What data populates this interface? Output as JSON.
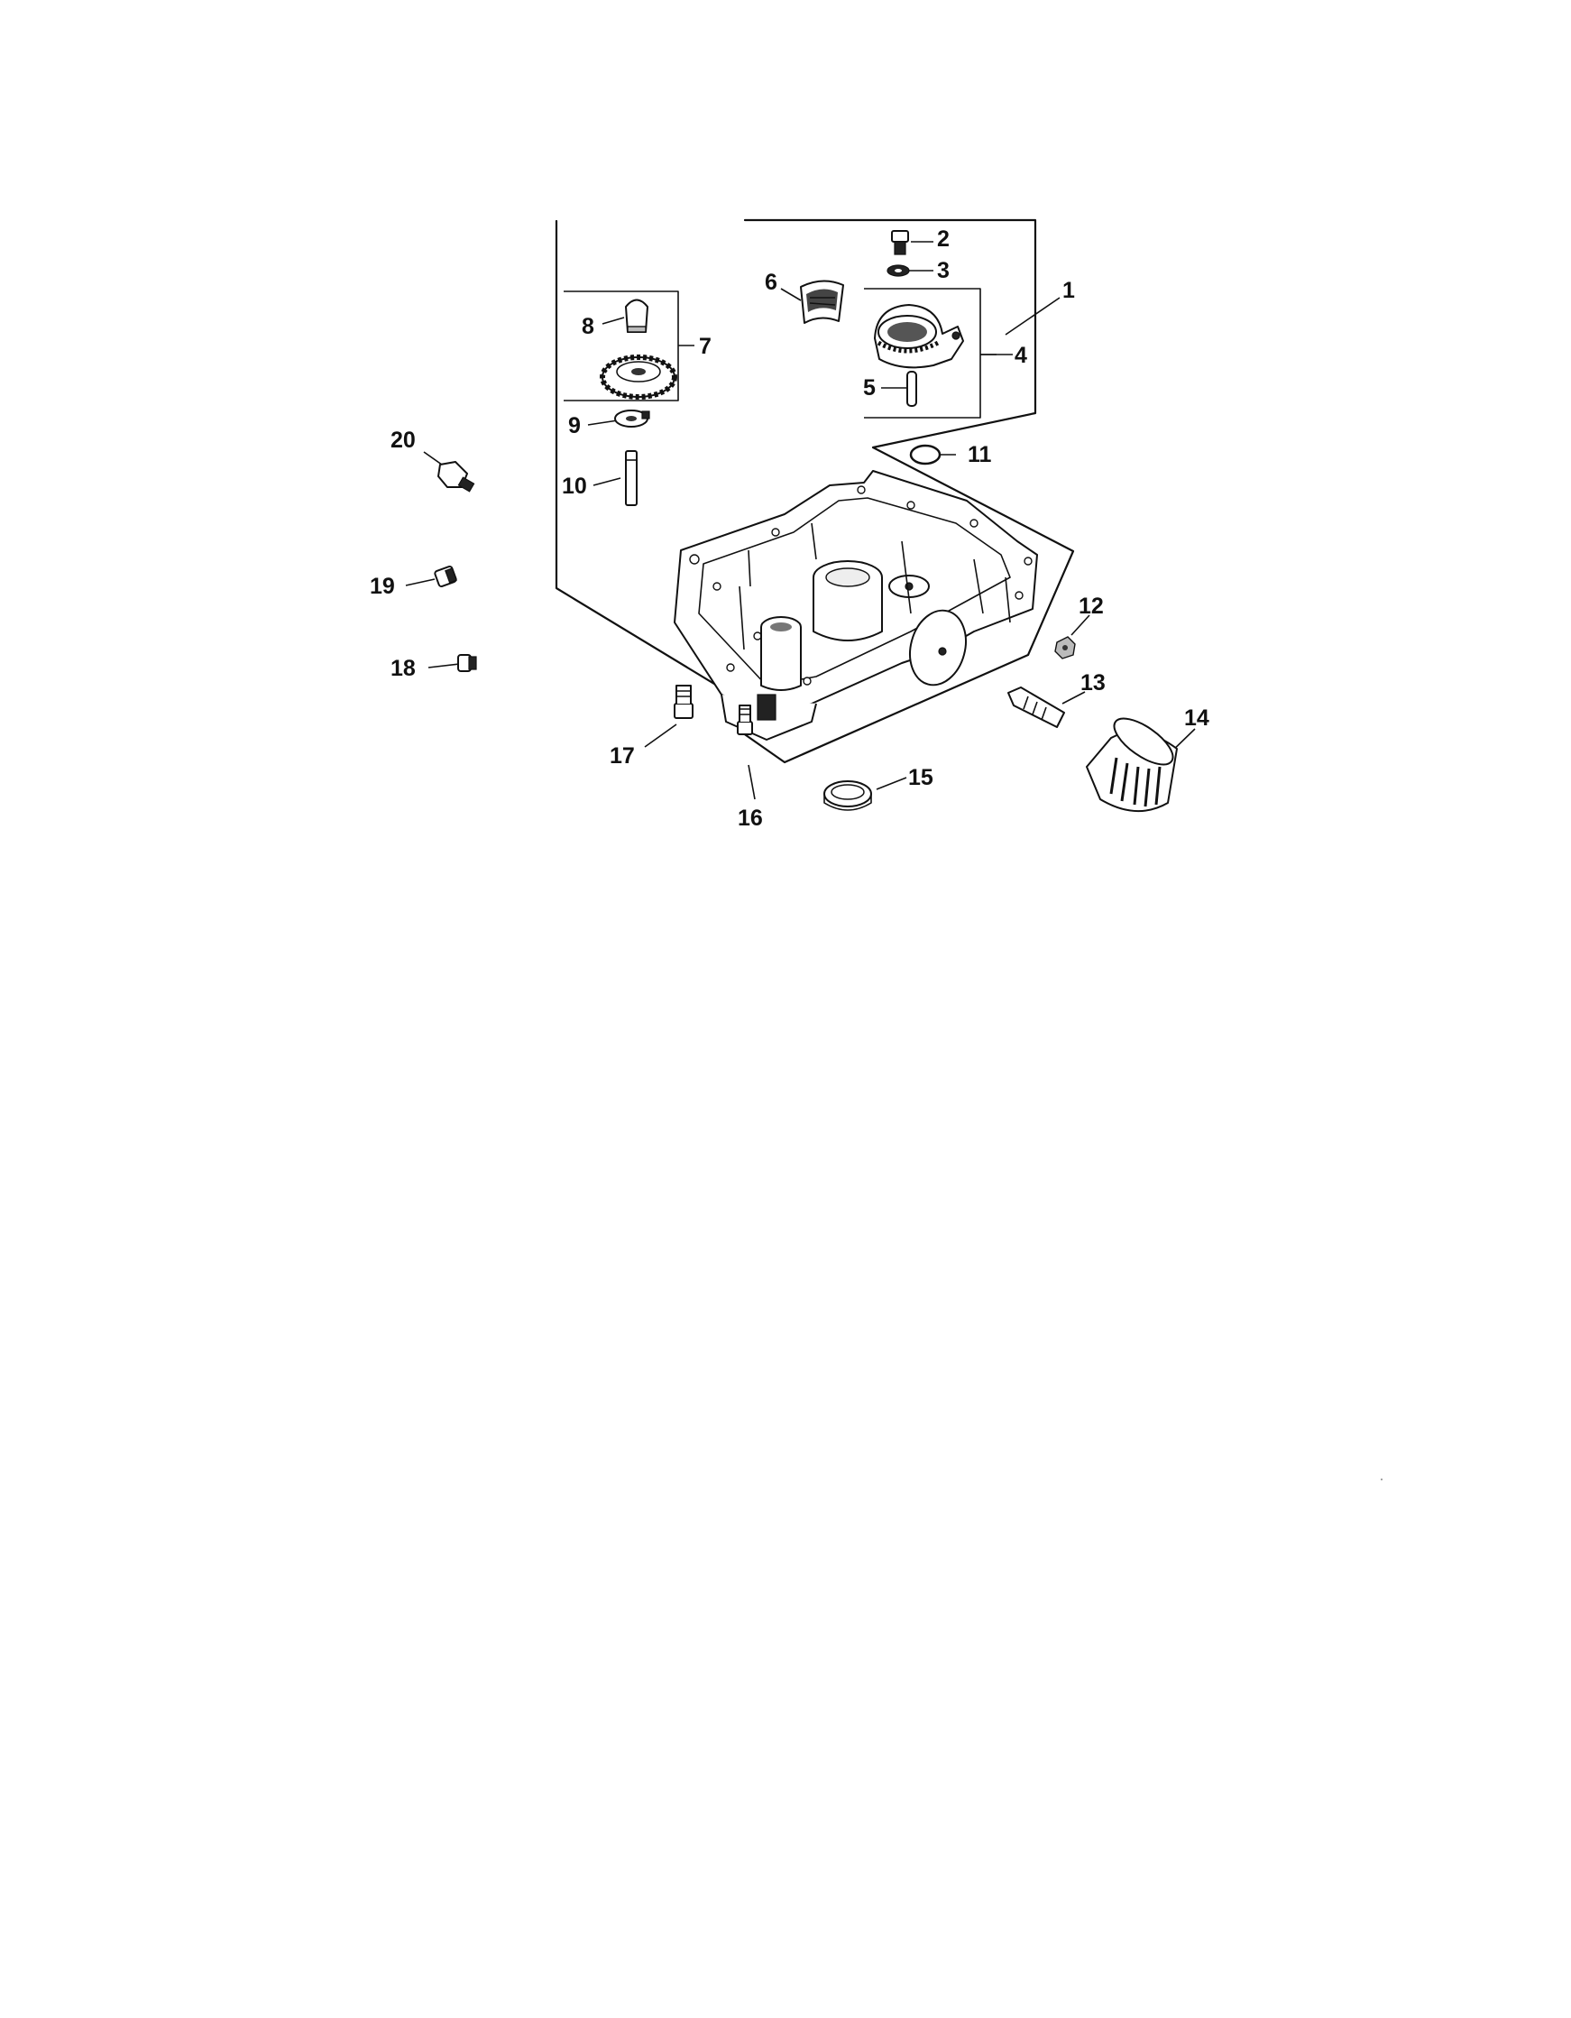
{
  "diagram": {
    "callouts": [
      "1",
      "2",
      "3",
      "4",
      "5",
      "6",
      "7",
      "8",
      "9",
      "10",
      "11",
      "12",
      "13",
      "14",
      "15",
      "16",
      "17",
      "18",
      "19",
      "20"
    ]
  },
  "parts": [
    {
      "num": "1",
      "icon": "oil-pan-assembly-bracket"
    },
    {
      "num": "2",
      "icon": "screw-icon"
    },
    {
      "num": "3",
      "icon": "washer-icon"
    },
    {
      "num": "4",
      "icon": "oil-pump-assembly-icon"
    },
    {
      "num": "5",
      "icon": "pin-icon"
    },
    {
      "num": "6",
      "icon": "pickup-screen-icon"
    },
    {
      "num": "7",
      "icon": "governor-gear-assembly-bracket"
    },
    {
      "num": "8",
      "icon": "regulating-pin-icon"
    },
    {
      "num": "9",
      "icon": "thrust-washer-icon"
    },
    {
      "num": "10",
      "icon": "shaft-icon"
    },
    {
      "num": "11",
      "icon": "o-ring-icon"
    },
    {
      "num": "12",
      "icon": "nut-icon"
    },
    {
      "num": "13",
      "icon": "nipple-icon"
    },
    {
      "num": "14",
      "icon": "oil-filter-icon"
    },
    {
      "num": "15",
      "icon": "oil-seal-icon"
    },
    {
      "num": "16",
      "icon": "bolt-icon"
    },
    {
      "num": "17",
      "icon": "bolt-icon"
    },
    {
      "num": "18",
      "icon": "plug-icon"
    },
    {
      "num": "19",
      "icon": "plug-icon"
    },
    {
      "num": "20",
      "icon": "oil-pressure-switch-icon"
    }
  ]
}
